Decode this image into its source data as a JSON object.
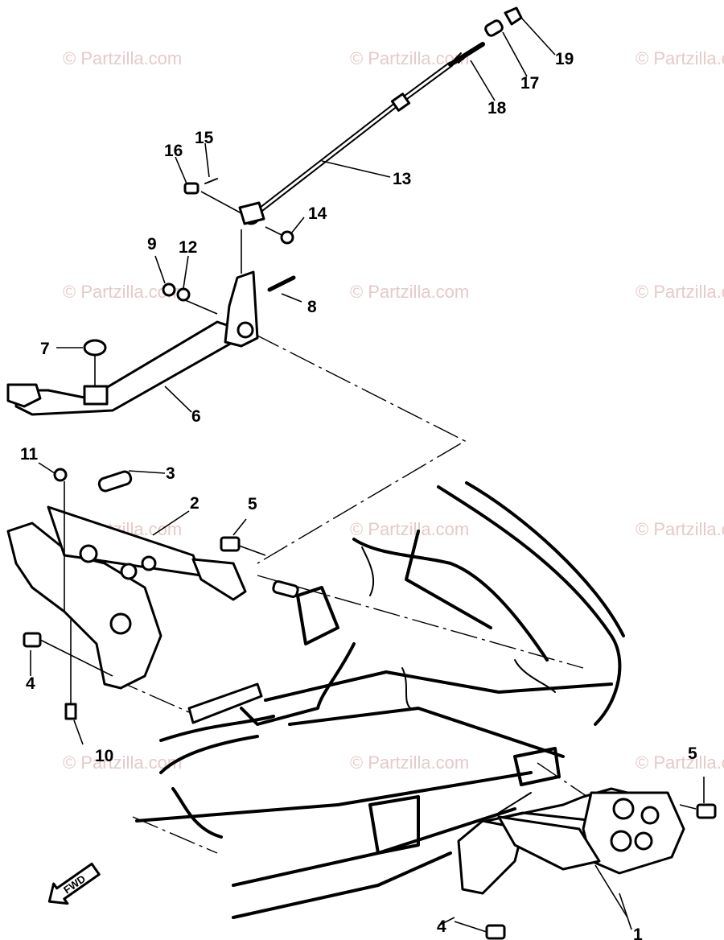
{
  "watermark": "© Partzilla.com",
  "fwd_label": "FWD",
  "callouts": {
    "c1": "1",
    "c2": "2",
    "c3": "3",
    "c4a": "4",
    "c4b": "4",
    "c5a": "5",
    "c5b": "5",
    "c6": "6",
    "c7": "7",
    "c8": "8",
    "c9": "9",
    "c10": "10",
    "c11": "11",
    "c12": "12",
    "c13": "13",
    "c14": "14",
    "c15": "15",
    "c16": "16",
    "c17": "17",
    "c18": "18",
    "c19": "19"
  }
}
